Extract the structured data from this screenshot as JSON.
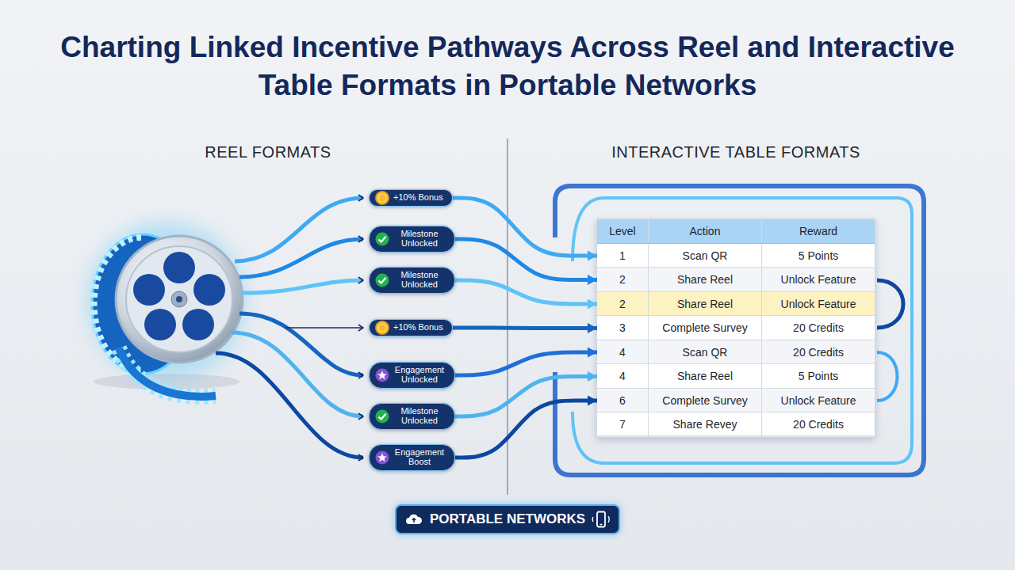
{
  "diagram": {
    "title": "Charting Linked Incentive Pathways Across Reel and Interactive Table Formats in Portable Networks",
    "nodes": [
      {
        "text": [
          "+10% Bonus"
        ]
      },
      {
        "text": [
          "Milestone Unlocked"
        ]
      },
      {
        "text": [
          "Milestone Unlocked"
        ]
      },
      {
        "text": [
          "+10% Bonus"
        ]
      },
      {
        "text": [
          "Engagement Unlocked"
        ]
      },
      {
        "text": [
          "Milestone Unlocked"
        ]
      },
      {
        "text": [
          "Engagement Boost"
        ]
      },
      {
        "text": [
          "Level",
          "Action",
          "Reward"
        ]
      },
      {
        "text": [
          "1",
          "Scan QR",
          "5 Points"
        ]
      },
      {
        "text": [
          "2",
          "Share Reel",
          "Unlock Feature"
        ]
      },
      {
        "text": [
          "2",
          "Share Reel",
          "Unlock Feature"
        ]
      },
      {
        "text": [
          "3",
          "Complete Survey",
          "20 Credits"
        ]
      },
      {
        "text": [
          "4",
          "Scan QR",
          "20 Credits"
        ]
      },
      {
        "text": [
          "4",
          "Share Reel",
          "5 Points"
        ]
      },
      {
        "text": [
          "6",
          "Complete Survey",
          "Unlock Feature"
        ]
      },
      {
        "text": [
          "7",
          "Share Revey",
          "20 Credits"
        ]
      },
      {
        "text": [
          "PORTABLE NETWORKS"
        ]
      }
    ],
    "edges": [
      {
        "from": 0,
        "to": 8,
        "arrow": "to"
      },
      {
        "from": 1,
        "to": 9,
        "arrow": "to"
      },
      {
        "from": 2,
        "to": 10,
        "arrow": "to"
      },
      {
        "from": 3,
        "to": 11,
        "arrow": "to"
      },
      {
        "from": 4,
        "to": 12,
        "arrow": "to"
      },
      {
        "from": 5,
        "to": 13,
        "arrow": "to"
      },
      {
        "from": 6,
        "to": 14,
        "arrow": "to"
      }
    ],
    "labels": [
      "REEL FORMATS",
      "INTERACTIVE TABLE FORMATS"
    ]
  }
}
